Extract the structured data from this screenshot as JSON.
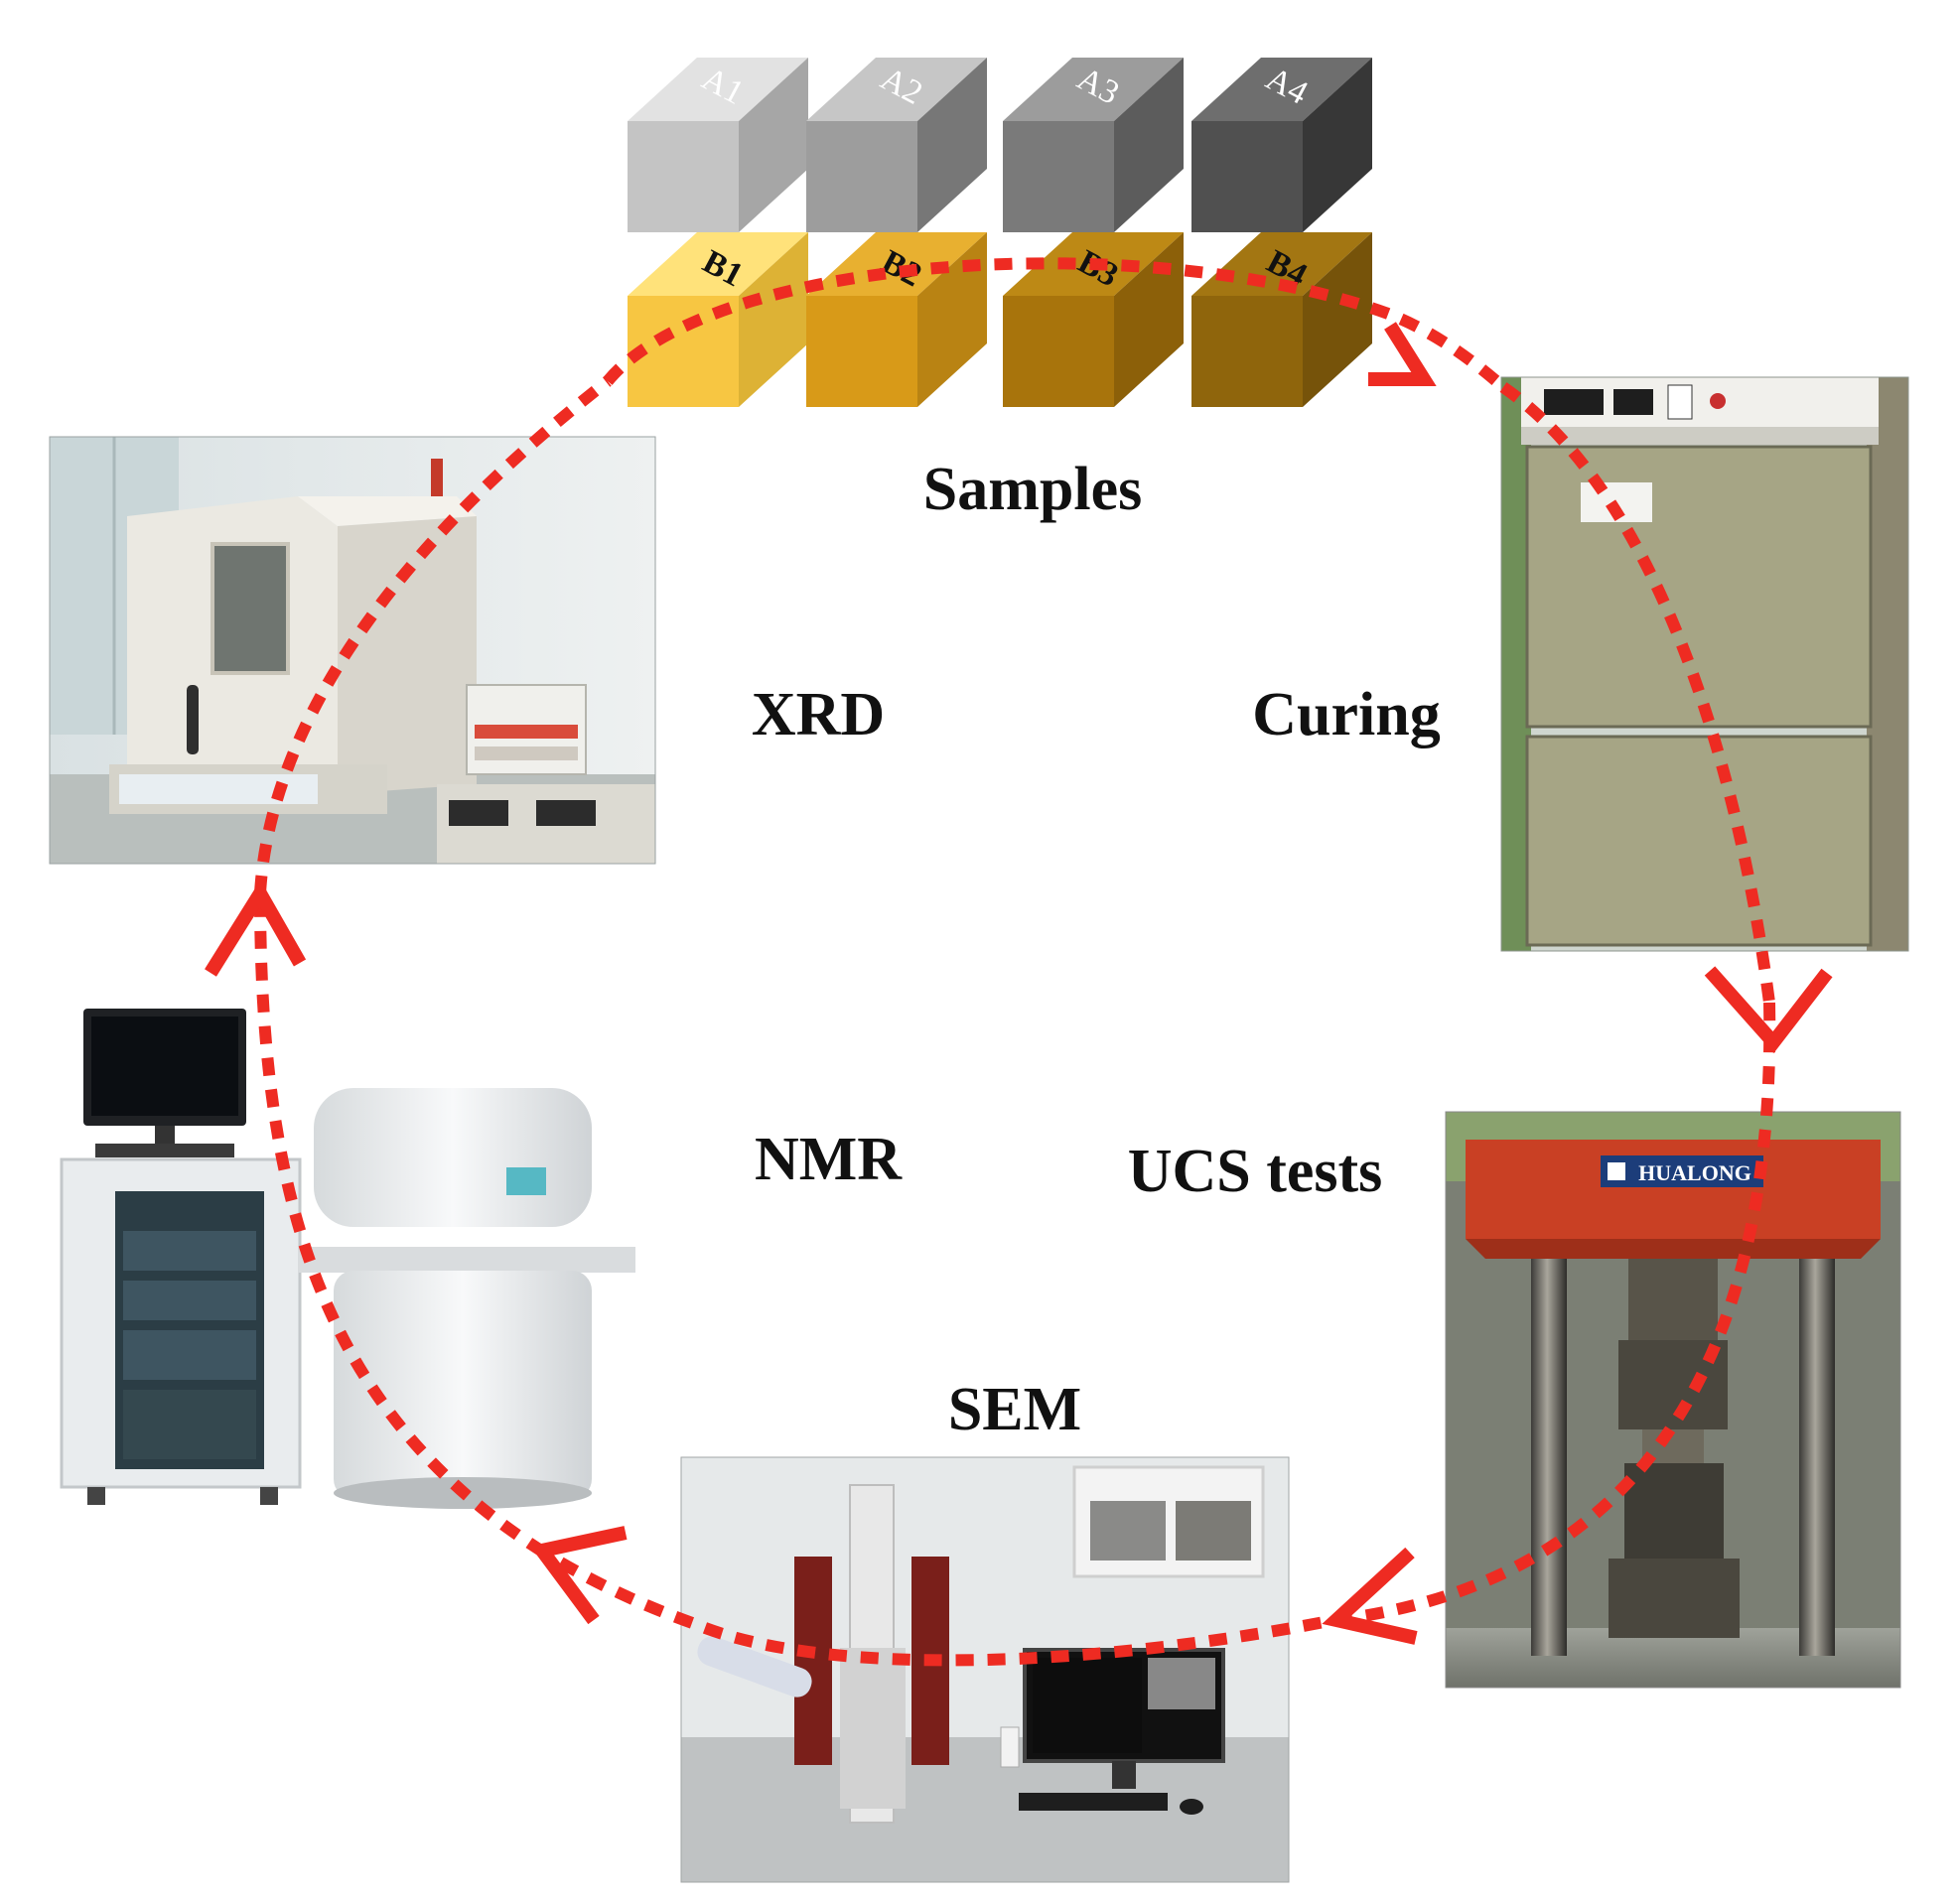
{
  "figure": {
    "stages": {
      "samples": "Samples",
      "curing": "Curing",
      "ucs": "UCS tests",
      "sem": "SEM",
      "nmr": "NMR",
      "xrd": "XRD"
    },
    "samples_row_a": [
      "A1",
      "A2",
      "A3",
      "A4"
    ],
    "samples_row_b": [
      "B1",
      "B2",
      "B3",
      "B4"
    ],
    "machine_brand": "HUALONG",
    "colors": {
      "flow_arrow": "#ee2b22",
      "cube_a": [
        "#c4c4c4",
        "#9d9d9d",
        "#7a7a7a",
        "#505050"
      ],
      "cube_b": [
        "#f7c642",
        "#d89a18",
        "#a8740c",
        "#8f650c"
      ],
      "curing_cabinet": "#a6a585",
      "press_frame": "#c94024"
    },
    "icons": [
      "sample-cube",
      "xrd-diffractometer",
      "curing-cabinet",
      "ucs-press",
      "sem-microscope",
      "nmr-analyzer"
    ]
  }
}
